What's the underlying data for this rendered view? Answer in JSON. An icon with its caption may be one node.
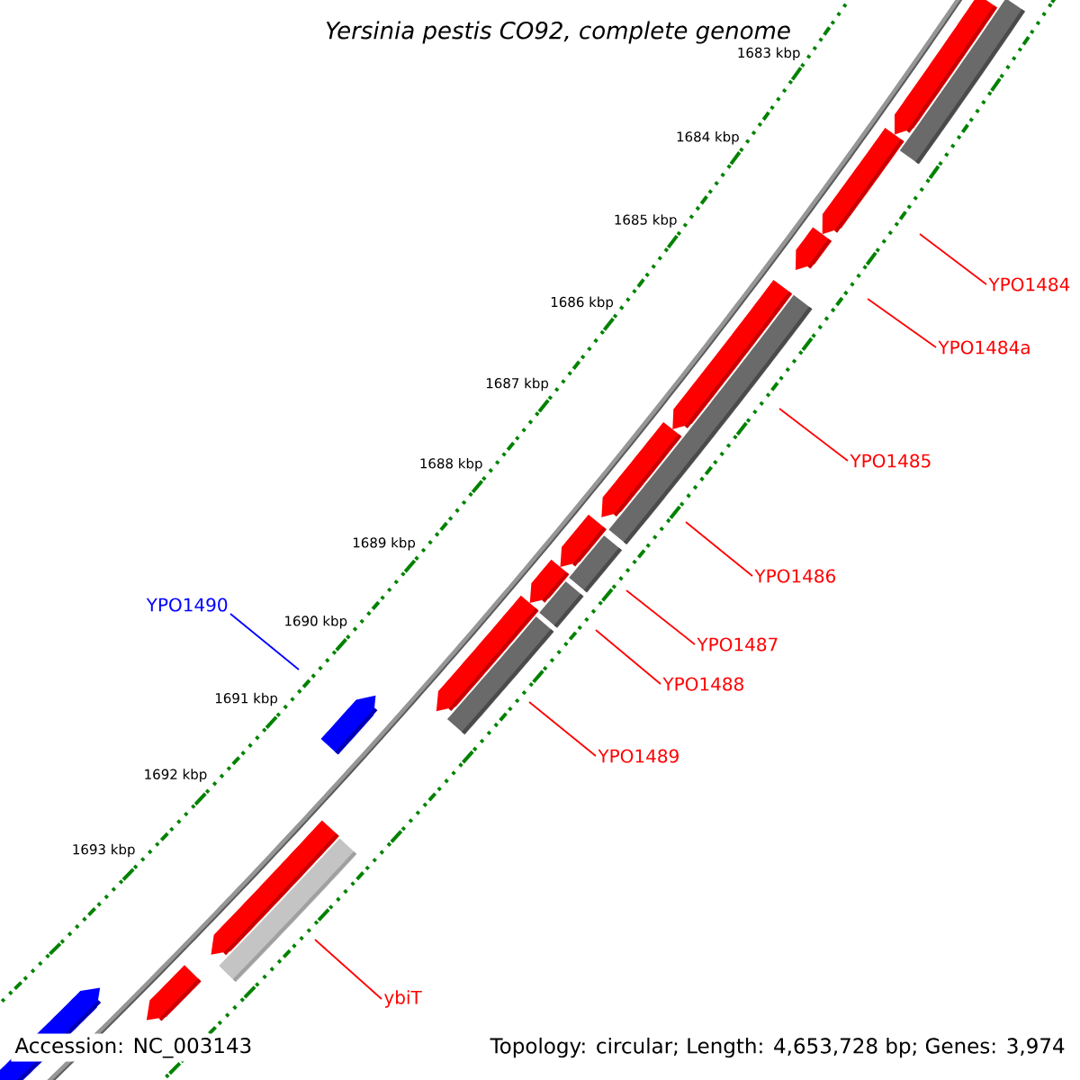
{
  "diagram": {
    "title": "Yersinia pestis CO92, complete genome",
    "nodes": [
      {
        "text": [
          "YPO1484"
        ]
      },
      {
        "text": [
          "YPO1484a"
        ]
      },
      {
        "text": [
          "YPO1485"
        ]
      },
      {
        "text": [
          "YPO1486"
        ]
      },
      {
        "text": [
          "YPO1490"
        ]
      },
      {
        "text": [
          "YPO1487"
        ]
      },
      {
        "text": [
          "YPO1488"
        ]
      },
      {
        "text": [
          "YPO1489"
        ]
      },
      {
        "text": [
          "ybiT"
        ]
      }
    ],
    "edges": [
      {
        "from": 0,
        "to": null,
        "arrow": "none"
      },
      {
        "from": 1,
        "to": null,
        "arrow": "none"
      },
      {
        "from": 2,
        "to": null,
        "arrow": "none"
      },
      {
        "from": 3,
        "to": null,
        "arrow": "none"
      },
      {
        "from": 4,
        "to": null,
        "arrow": "none",
        "color": "#0000ff"
      },
      {
        "from": 5,
        "to": null,
        "arrow": "none"
      },
      {
        "from": 6,
        "to": null,
        "arrow": "none"
      },
      {
        "from": 7,
        "to": null,
        "arrow": "none"
      },
      {
        "from": 8,
        "to": null,
        "arrow": "none"
      }
    ],
    "labels": [
      "1683 kbp",
      "1684 kbp",
      "1685 kbp",
      "1686 kbp",
      "1687 kbp",
      "1688 kbp",
      "1689 kbp",
      "1690 kbp",
      "1691 kbp",
      "1692 kbp",
      "1693 kbp",
      "Accession: NC_003143",
      "Topology: circular; Length: 4,653,728 bp; Genes: 3,974"
    ]
  }
}
